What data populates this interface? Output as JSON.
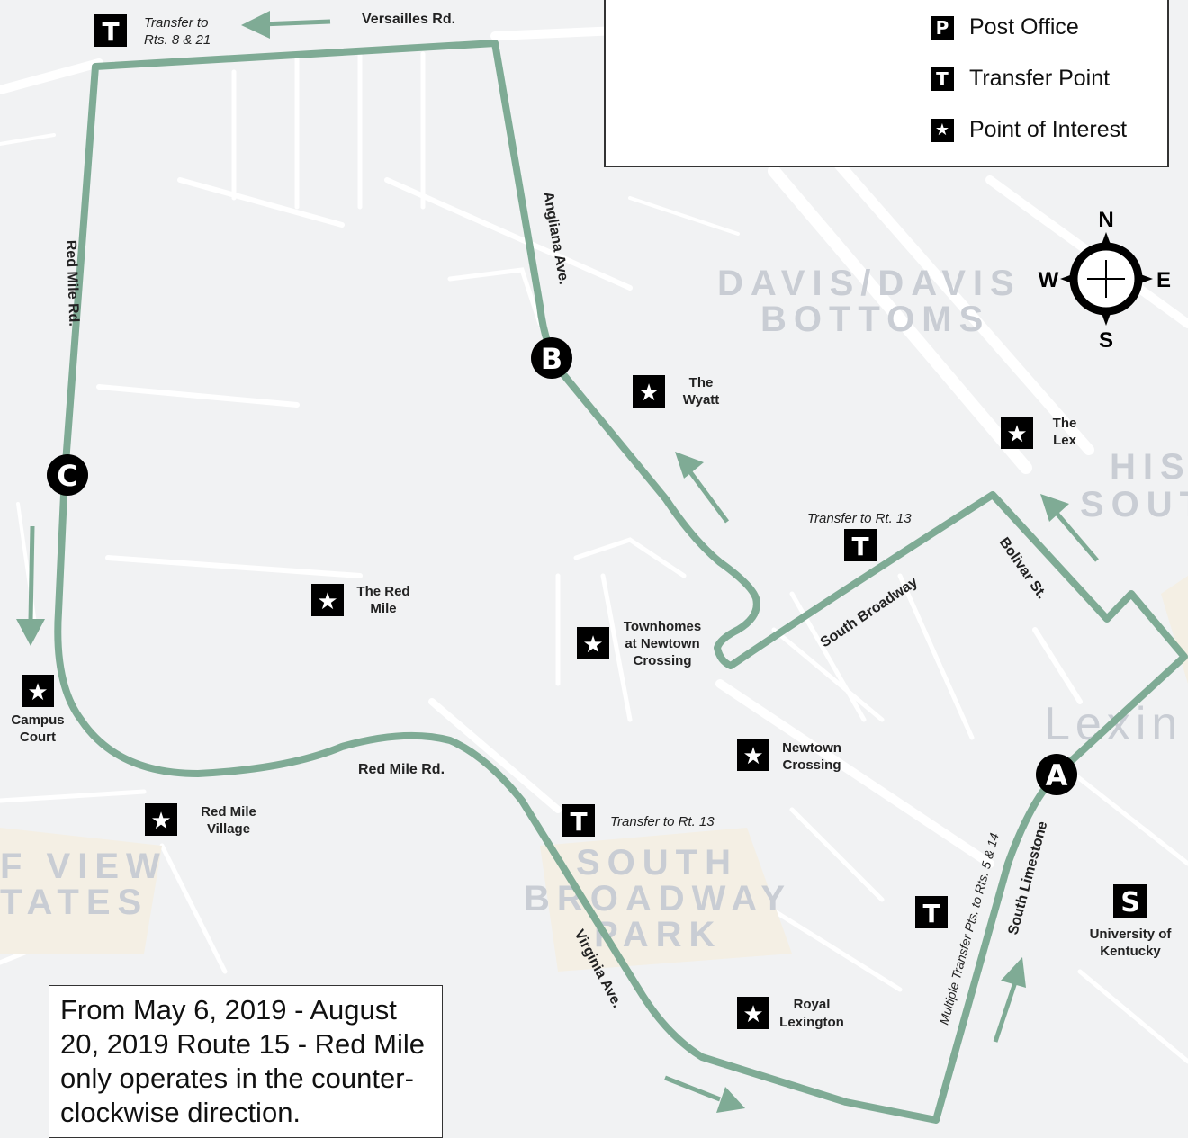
{
  "legend": {
    "items": [
      {
        "symbol": "P",
        "label": "Post Office"
      },
      {
        "symbol": "T",
        "label": "Transfer Point"
      },
      {
        "symbol": "★",
        "label": "Point of Interest"
      }
    ]
  },
  "compass": {
    "n": "N",
    "s": "S",
    "e": "E",
    "w": "W"
  },
  "neighborhoods": {
    "davis_line1": "DAVIS/DAVIS",
    "davis_line2": "BOTTOMS",
    "south_broadway_line1": "SOUTH",
    "south_broadway_line2": "BROADWAY",
    "south_broadway_line3": "PARK",
    "viewer_line1": "F VIEW",
    "viewer_line2": "TATES",
    "hist_line1": "HIS",
    "hist_line2": "SOUT",
    "lex": "Lexin"
  },
  "streets": {
    "versailles": "Versailles Rd.",
    "anglana": "Angliana Ave.",
    "red_mile_vertical": "Red Mile Rd.",
    "red_mile_horizontal": "Red Mile Rd.",
    "south_broadway": "South Broadway",
    "bolivar": "Bolivar St.",
    "virginia": "Virginia Ave.",
    "south_limestone": "South Limestone",
    "multiple_transfer": "Multiple Transfer Pts. to Rts. 5 & 14"
  },
  "stops": {
    "a": "A",
    "b": "B",
    "c": "C"
  },
  "transfers": {
    "t1_line1": "Transfer to",
    "t1_line2": "Rts. 8 & 21",
    "t2": "Transfer to Rt. 13",
    "t3": "Transfer to Rt. 13"
  },
  "transfer_symbol": "T",
  "poi_symbol": "★",
  "school_symbol": "S",
  "pois": {
    "wyatt_1": "The",
    "wyatt_2": "Wyatt",
    "lex_1": "The",
    "lex_2": "Lex",
    "redmile_1": "The Red",
    "redmile_2": "Mile",
    "townhomes_1": "Townhomes",
    "townhomes_2": "at Newtown",
    "townhomes_3": "Crossing",
    "newtown_1": "Newtown",
    "newtown_2": "Crossing",
    "campus_1": "Campus",
    "campus_2": "Court",
    "village_1": "Red Mile",
    "village_2": "Village",
    "royal_1": "Royal",
    "royal_2": "Lexington",
    "uk_1": "University of",
    "uk_2": "Kentucky"
  },
  "notice": {
    "text": "From May 6, 2019 - August 20, 2019 Route 15 - Red Mile only operates in the counter-clockwise direction."
  },
  "colors": {
    "route": "#7fab95",
    "background": "#f1f2f3",
    "street": "#ffffff",
    "neighborhood_text": "#c9cdd4",
    "icon": "#000000"
  }
}
